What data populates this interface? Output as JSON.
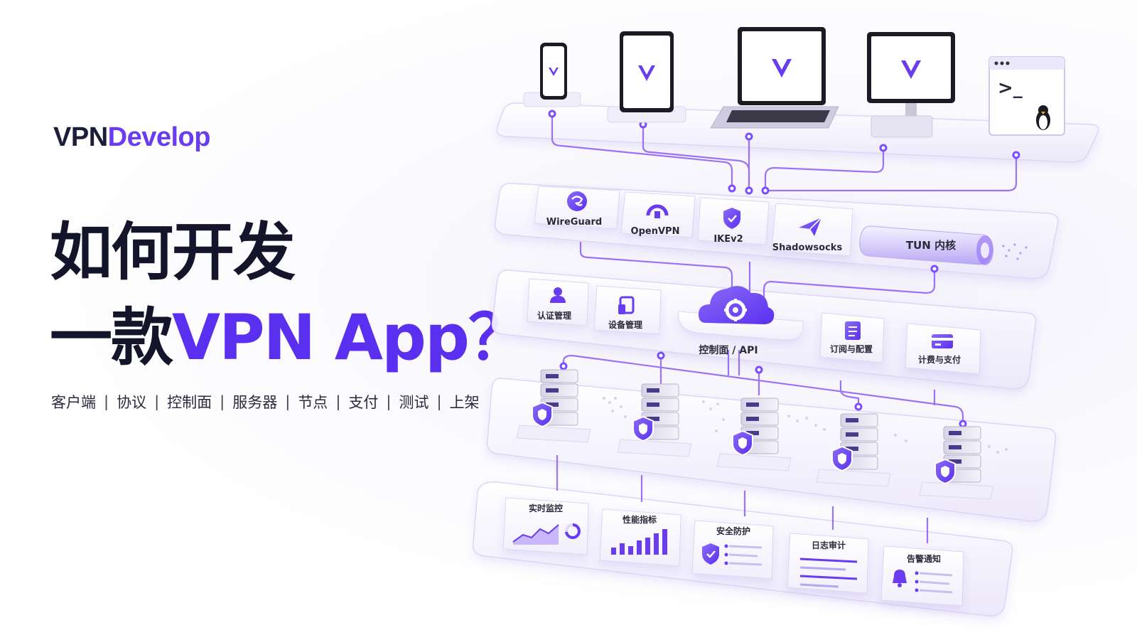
{
  "brand": {
    "part1": "VPN",
    "part2": "Develop"
  },
  "headline": {
    "line1": "如何开发",
    "line2_prefix": "一款",
    "line2_accent": "VPN App？"
  },
  "tags": [
    "客户端",
    "协议",
    "控制面",
    "服务器",
    "节点",
    "支付",
    "测试",
    "上架"
  ],
  "tag_separator": "|",
  "colors": {
    "accent": "#5b2ff0",
    "purple": "#6a3cf0",
    "line": "#8b5cf6",
    "text_dark": "#14142b"
  },
  "layer_devices": {
    "items": [
      {
        "type": "phone",
        "icon": "v-logo-icon"
      },
      {
        "type": "tablet",
        "icon": "v-logo-icon"
      },
      {
        "type": "laptop",
        "icon": "v-logo-icon"
      },
      {
        "type": "desktop",
        "icon": "v-logo-icon"
      },
      {
        "type": "terminal",
        "icon": "linux-penguin-icon",
        "prompt": ">_"
      }
    ]
  },
  "layer_protocols": {
    "items": [
      {
        "label": "WireGuard",
        "icon": "wireguard-icon"
      },
      {
        "label": "OpenVPN",
        "icon": "openvpn-icon"
      },
      {
        "label": "IKEv2",
        "icon": "shield-icon"
      },
      {
        "label": "Shadowsocks",
        "icon": "paper-plane-icon"
      }
    ],
    "tun_label": "TUN 内核"
  },
  "layer_control": {
    "left": [
      {
        "label": "认证管理",
        "icon": "user-icon"
      },
      {
        "label": "设备管理",
        "icon": "devices-icon"
      }
    ],
    "center_label": "控制面 / API",
    "center_icon": "cloud-gear-icon",
    "right": [
      {
        "label": "订阅与配置",
        "icon": "document-icon"
      },
      {
        "label": "计费与支付",
        "icon": "credit-card-icon"
      }
    ]
  },
  "layer_servers": {
    "icon": "server-shield-icon"
  },
  "layer_ops": {
    "items": [
      {
        "label": "实时监控",
        "icon": "monitor-chart-icon"
      },
      {
        "label": "性能指标",
        "icon": "bar-chart-icon"
      },
      {
        "label": "安全防护",
        "icon": "shield-icon"
      },
      {
        "label": "日志审计",
        "icon": "log-list-icon"
      },
      {
        "label": "告警通知",
        "icon": "bell-icon"
      }
    ]
  }
}
